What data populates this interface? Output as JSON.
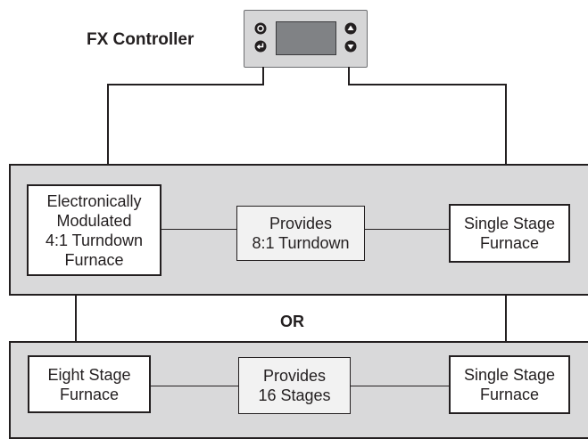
{
  "controller": {
    "label": "FX Controller"
  },
  "option_1": {
    "left_box": "Electronically\nModulated\n4:1 Turndown\nFurnace",
    "middle_box": "Provides\n8:1 Turndown",
    "right_box": "Single Stage\nFurnace"
  },
  "separator": "OR",
  "option_2": {
    "left_box": "Eight Stage\nFurnace",
    "middle_box": "Provides\n16 Stages",
    "right_box": "Single Stage\nFurnace"
  },
  "colors": {
    "panel": "#d9d9da",
    "line": "#231f20",
    "device_body": "#d6d6d7",
    "device_screen": "#808285"
  }
}
